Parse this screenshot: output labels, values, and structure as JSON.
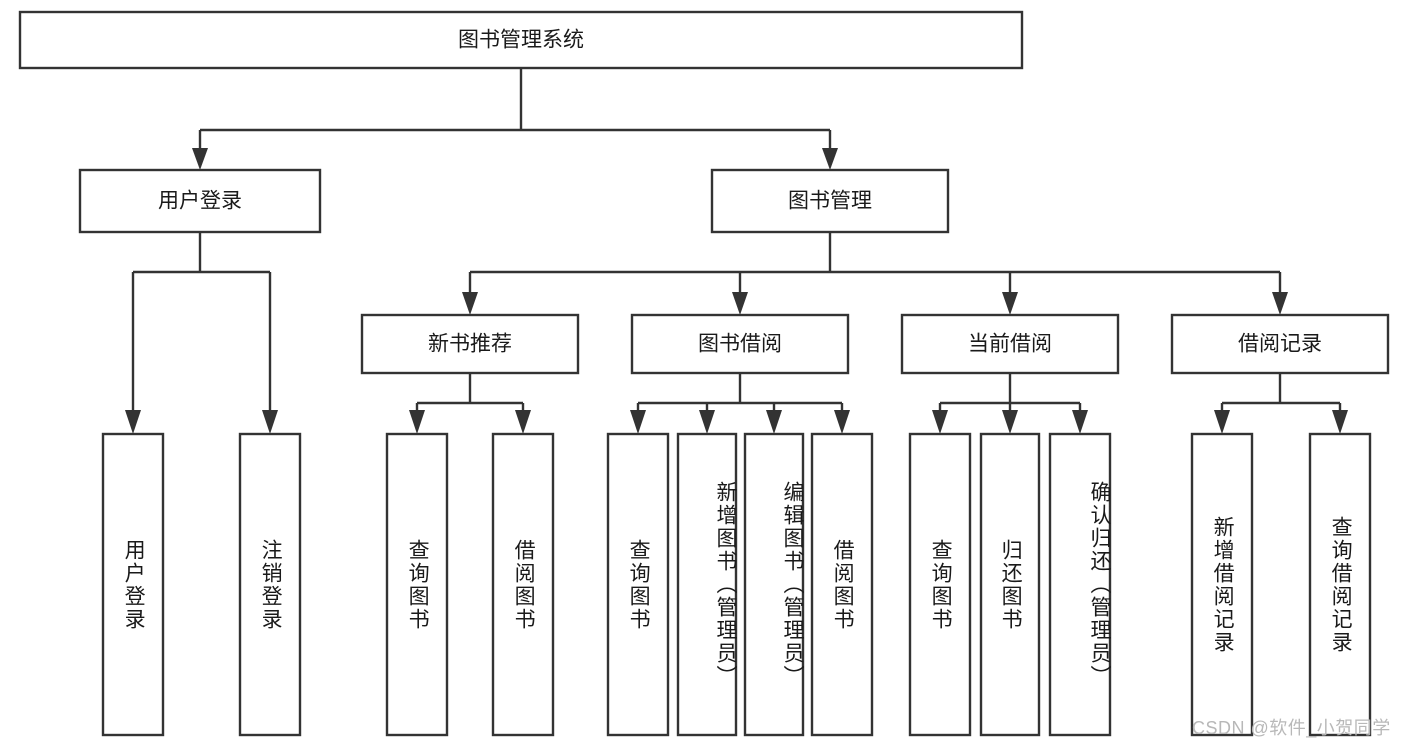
{
  "diagram": {
    "title": "图书管理系统",
    "type": "tree-hierarchy",
    "root": {
      "label": "图书管理系统"
    },
    "level2": [
      {
        "label": "用户登录"
      },
      {
        "label": "图书管理"
      }
    ],
    "level3": [
      {
        "label": "新书推荐",
        "parent": "图书管理"
      },
      {
        "label": "图书借阅",
        "parent": "图书管理"
      },
      {
        "label": "当前借阅",
        "parent": "图书管理"
      },
      {
        "label": "借阅记录",
        "parent": "图书管理"
      }
    ],
    "leaves": {
      "user_login": [
        {
          "label": "用户登录"
        },
        {
          "label": "注销登录"
        }
      ],
      "new_book_recommend": [
        {
          "label": "查询图书"
        },
        {
          "label": "借阅图书"
        }
      ],
      "book_borrow": [
        {
          "label": "查询图书"
        },
        {
          "label": "新增图书（管理员）"
        },
        {
          "label": "编辑图书（管理员）"
        },
        {
          "label": "借阅图书"
        }
      ],
      "current_borrow": [
        {
          "label": "查询图书"
        },
        {
          "label": "归还图书"
        },
        {
          "label": "确认归还（管理员）"
        }
      ],
      "borrow_record": [
        {
          "label": "新增借阅记录"
        },
        {
          "label": "查询借阅记录"
        }
      ]
    }
  },
  "watermark": {
    "text": "CSDN @软件_小贺同学"
  },
  "colors": {
    "stroke": "#333333",
    "box_fill": "#ffffff",
    "text": "#1a1a1a",
    "background": "#ffffff",
    "watermark": "#b8b8b8"
  }
}
